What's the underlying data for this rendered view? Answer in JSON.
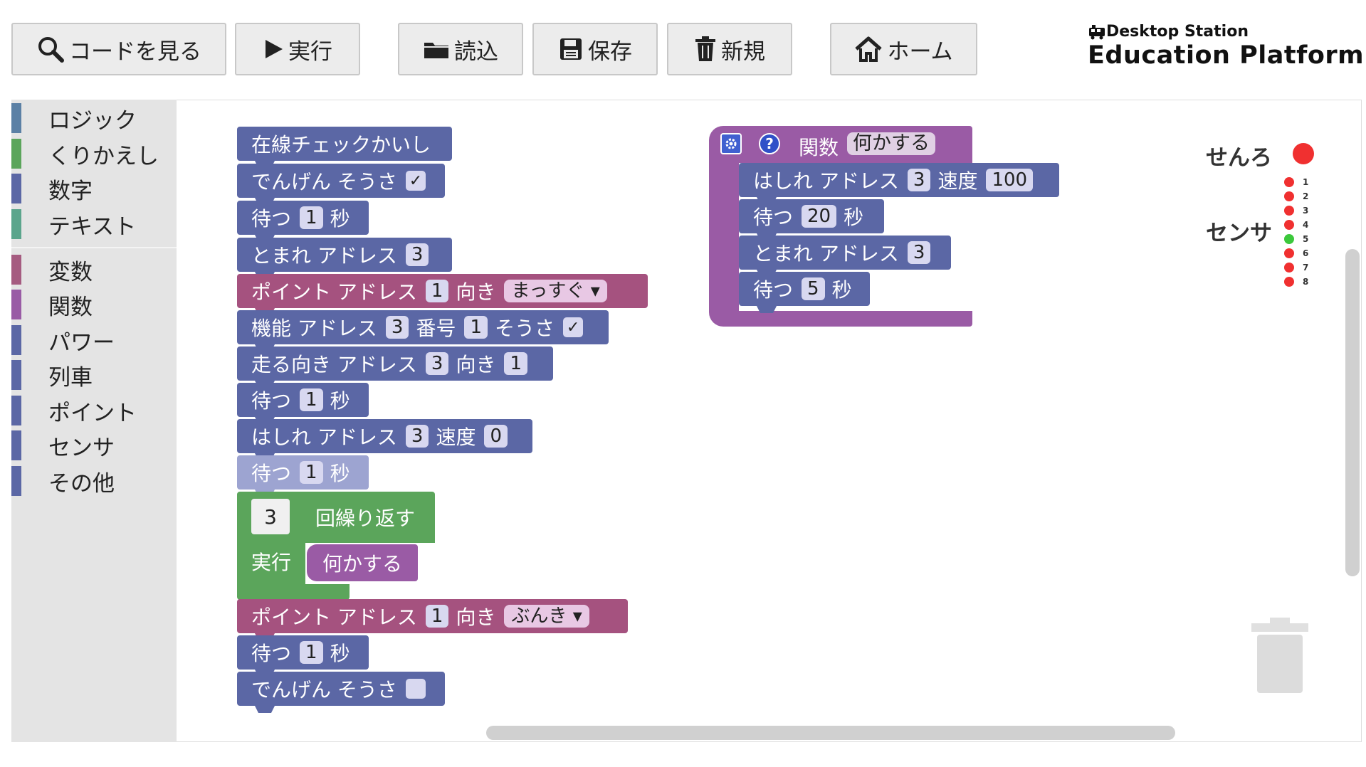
{
  "toolbar": {
    "code": "コードを見る",
    "run": "実行",
    "load": "読込",
    "save": "保存",
    "new": "新規",
    "home": "ホーム"
  },
  "logo": {
    "line1": "Desktop Station",
    "line2": "Education Platform"
  },
  "categories": [
    {
      "label": "ロジック",
      "color": "#5b80a5"
    },
    {
      "label": "くりかえし",
      "color": "#5ba55b"
    },
    {
      "label": "数字",
      "color": "#5b67a5"
    },
    {
      "label": "テキスト",
      "color": "#5ba58c"
    },
    {
      "label": "変数",
      "color": "#a55b80"
    },
    {
      "label": "関数",
      "color": "#995ba5"
    },
    {
      "label": "パワー",
      "color": "#5b67a5"
    },
    {
      "label": "列車",
      "color": "#5b67a5"
    },
    {
      "label": "ポイント",
      "color": "#5b67a5"
    },
    {
      "label": "センサ",
      "color": "#5b67a5"
    },
    {
      "label": "その他",
      "color": "#5b67a5"
    }
  ],
  "blocks": {
    "b1": {
      "t1": "在線チェックかいし"
    },
    "b2": {
      "t1": "でんげん そうさ",
      "check": "✓"
    },
    "b3": {
      "t1": "待つ",
      "n1": "1",
      "t2": "秒"
    },
    "b4": {
      "t1": "とまれ アドレス",
      "n1": "3"
    },
    "b5": {
      "t1": "ポイント アドレス",
      "n1": "1",
      "t2": "向き",
      "dd": "まっすぐ ▾"
    },
    "b6": {
      "t1": "機能 アドレス",
      "n1": "3",
      "t2": "番号",
      "n2": "1",
      "t3": "そうさ",
      "check": "✓"
    },
    "b7": {
      "t1": "走る向き アドレス",
      "n1": "3",
      "t2": "向き",
      "n2": "1"
    },
    "b8": {
      "t1": "待つ",
      "n1": "1",
      "t2": "秒"
    },
    "b9": {
      "t1": "はしれ アドレス",
      "n1": "3",
      "t2": "速度",
      "n2": "0"
    },
    "b10": {
      "t1": "待つ",
      "n1": "1",
      "t2": "秒"
    },
    "b11": {
      "n1": "3",
      "t1": "回繰り返す",
      "t2": "実行",
      "call": "何かする"
    },
    "b12": {
      "t1": "ポイント アドレス",
      "n1": "1",
      "t2": "向き",
      "dd": "ぶんき ▾"
    },
    "b13": {
      "t1": "待つ",
      "n1": "1",
      "t2": "秒"
    },
    "b14": {
      "t1": "でんげん そうさ"
    },
    "fn": {
      "t1": "関数",
      "name": "何かする"
    },
    "f1": {
      "t1": "はしれ アドレス",
      "n1": "3",
      "t2": "速度",
      "n2": "100"
    },
    "f2": {
      "t1": "待つ",
      "n1": "20",
      "t2": "秒"
    },
    "f3": {
      "t1": "とまれ アドレス",
      "n1": "3"
    },
    "f4": {
      "t1": "待つ",
      "n1": "5",
      "t2": "秒"
    }
  },
  "status": {
    "track_label": "せんろ",
    "sensor_label": "センサ",
    "track_color": "#f03030",
    "sensors": [
      {
        "num": "1",
        "color": "#f03030"
      },
      {
        "num": "2",
        "color": "#f03030"
      },
      {
        "num": "3",
        "color": "#f03030"
      },
      {
        "num": "4",
        "color": "#f03030"
      },
      {
        "num": "5",
        "color": "#3cc83c"
      },
      {
        "num": "6",
        "color": "#f03030"
      },
      {
        "num": "7",
        "color": "#f03030"
      },
      {
        "num": "8",
        "color": "#f03030"
      }
    ]
  }
}
